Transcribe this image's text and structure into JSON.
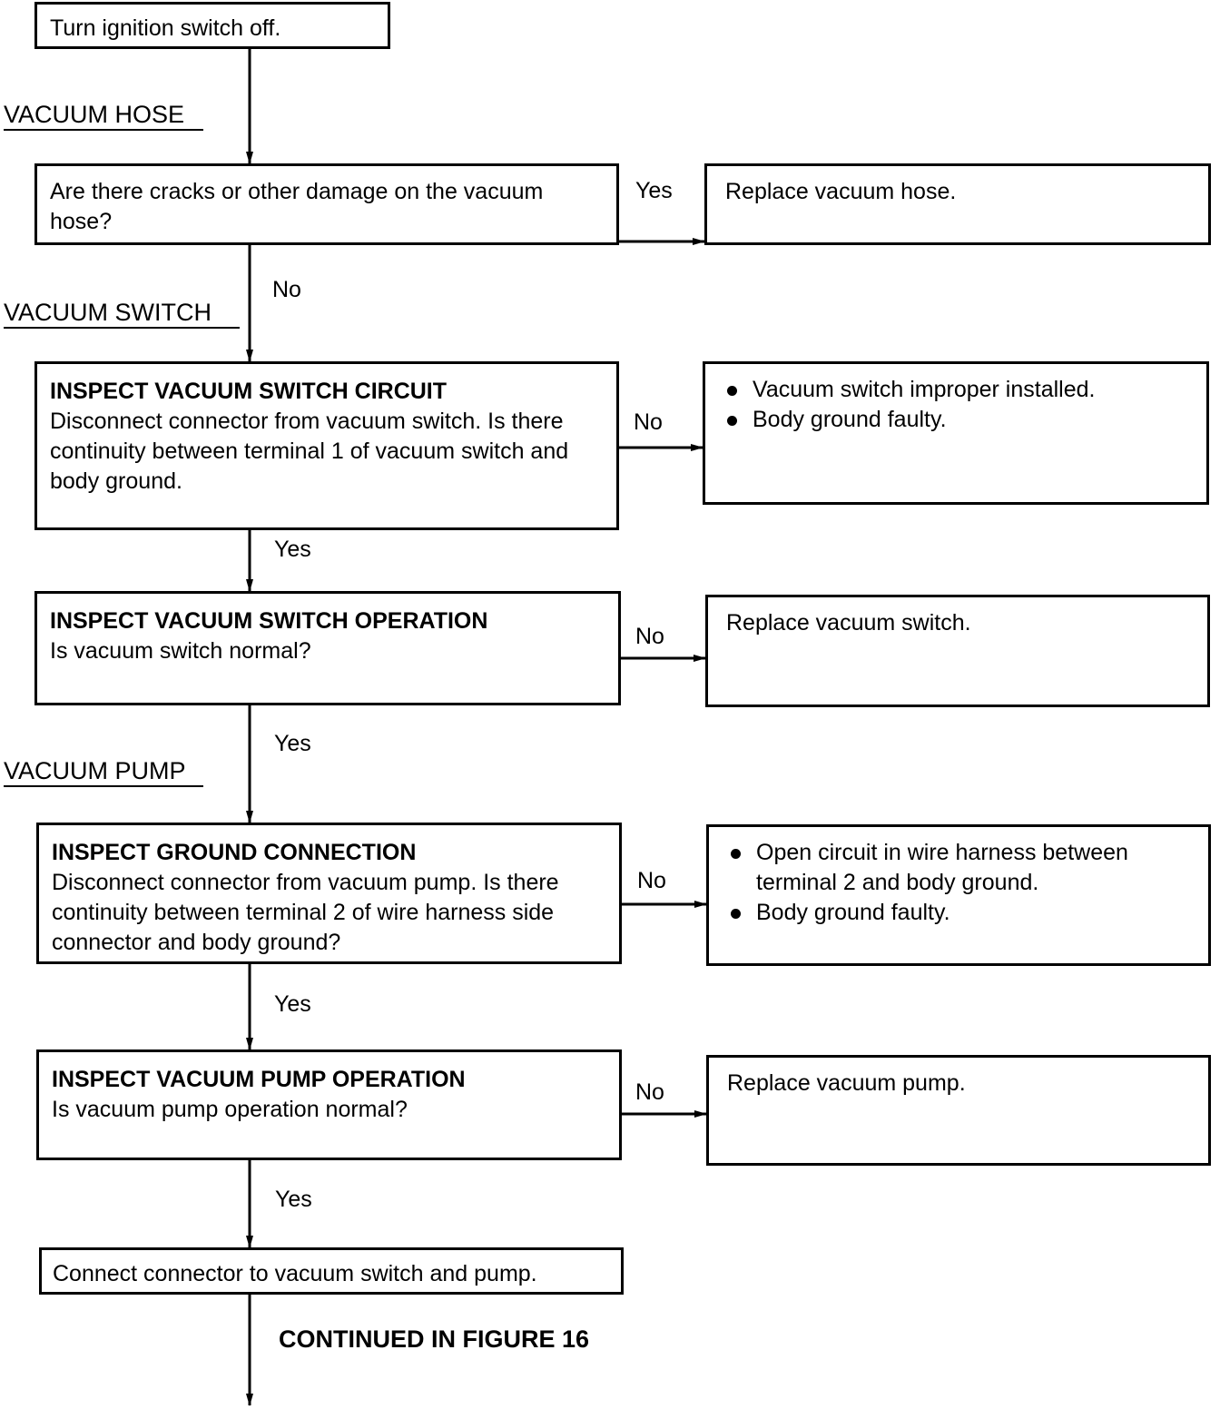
{
  "sections": {
    "hose": "VACUUM HOSE",
    "switch": "VACUUM SWITCH",
    "pump": "VACUUM PUMP"
  },
  "start": "Turn ignition switch off.",
  "steps": [
    {
      "title": "",
      "text": "Are there cracks or other damage on the vacuum hose?",
      "side_label": "Yes",
      "down_label": "No",
      "result": [
        "Replace vacuum hose."
      ]
    },
    {
      "title": "INSPECT VACUUM SWITCH CIRCUIT",
      "text": "Disconnect connector from vacuum switch. Is there continuity between terminal 1 of vacuum switch and body ground.",
      "side_label": "No",
      "down_label": "Yes",
      "result": [
        "Vacuum switch improper installed.",
        "Body ground faulty."
      ]
    },
    {
      "title": "INSPECT VACUUM SWITCH OPERATION",
      "text": "Is vacuum switch normal?",
      "side_label": "No",
      "down_label": "Yes",
      "result": [
        "Replace vacuum switch."
      ]
    },
    {
      "title": "INSPECT GROUND CONNECTION",
      "text": "Disconnect connector from vacuum pump. Is there continuity between terminal 2 of wire harness side connector and body ground?",
      "side_label": "No",
      "down_label": "Yes",
      "result": [
        "Open circuit in wire harness between terminal 2 and body ground.",
        "Body ground faulty."
      ]
    },
    {
      "title": "INSPECT VACUUM PUMP OPERATION",
      "text": "Is vacuum pump operation normal?",
      "side_label": "No",
      "down_label": "Yes",
      "result": [
        "Replace vacuum pump."
      ]
    }
  ],
  "end": "Connect connector to vacuum switch and pump.",
  "continued": "CONTINUED IN FIGURE 16"
}
